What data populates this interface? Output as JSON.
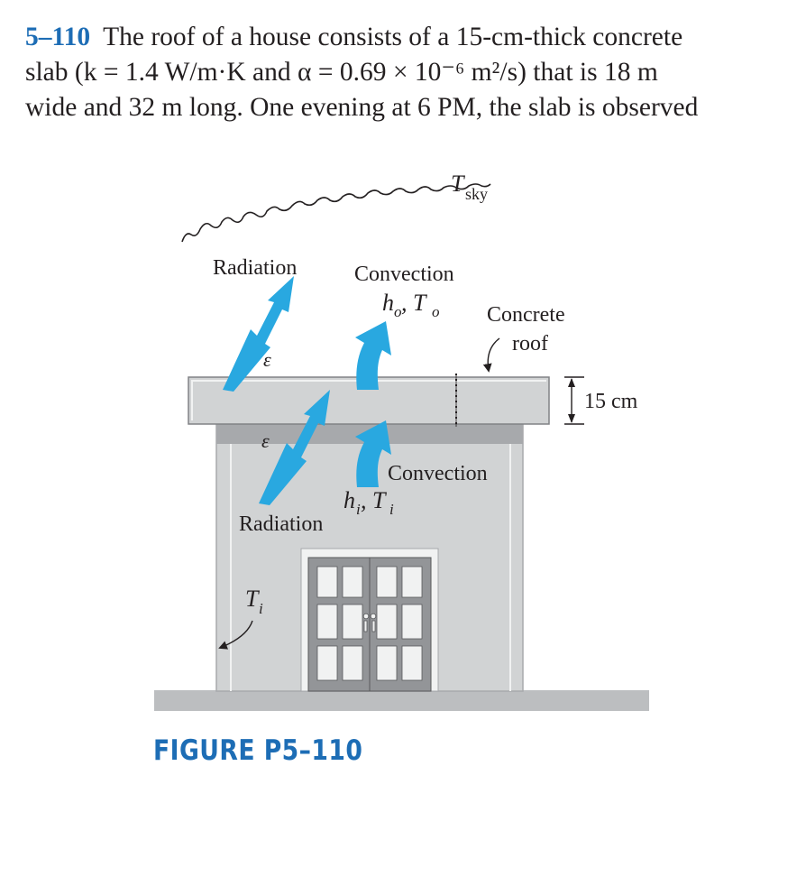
{
  "problem": {
    "number": "5–110",
    "line1_rest": "The roof of a house consists of a 15-cm-thick concrete",
    "line2": "slab (k = 1.4 W/m·K and α = 0.69 × 10⁻⁶ m²/s) that is 18 m",
    "line3": "wide and 32 m long. One evening at 6 PM, the slab is observed"
  },
  "figure": {
    "t_sky": "T",
    "t_sky_sub": "sky",
    "radiation_top": "Radiation",
    "convection_top": "Convection",
    "ho_to": "h",
    "ho_sub": "o",
    "to_label": ", T",
    "to_sub": "o",
    "concrete_roof_1": "Concrete",
    "concrete_roof_2": "roof",
    "epsilon_top": "ε",
    "epsilon_bottom": "ε",
    "thickness": "15 cm",
    "convection_bottom": "Convection",
    "hi": "h",
    "hi_sub": "i",
    "ti_sep": ", T",
    "ti_sub": "i",
    "radiation_bottom": "Radiation",
    "t_inside": "T",
    "t_inside_sub": "i",
    "caption": "FIGURE P5–110"
  },
  "colors": {
    "arrow_blue": "#29a8e0",
    "house_gray": "#d1d3d4",
    "ground_gray": "#bcbec0",
    "band_gray": "#a7a9ac",
    "caption_blue": "#1d6db5"
  }
}
